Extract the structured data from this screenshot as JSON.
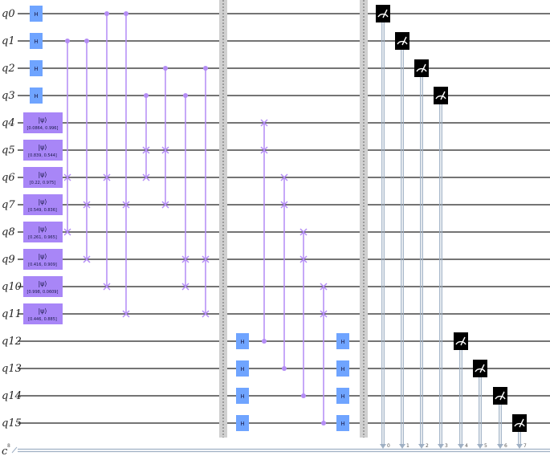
{
  "colors": {
    "hadamard": "#6fa4ff",
    "initialize": "#a886f7",
    "controlled": "#b48cf5",
    "measure": "#000000",
    "classical": "#9fb0c4",
    "barrier": "#d0d0d0",
    "wire": "#222222"
  },
  "qubits": [
    "q0",
    "q1",
    "q2",
    "q3",
    "q4",
    "q5",
    "q6",
    "q7",
    "q8",
    "q9",
    "q10",
    "q11",
    "q12",
    "q13",
    "q14",
    "q15"
  ],
  "classical_register": {
    "name": "c",
    "size": "8"
  },
  "hadamard_label": "H",
  "initialize_symbol": "|ψ⟩",
  "columns": [
    {
      "type": "h",
      "qubits": [
        0,
        1,
        2,
        3
      ]
    },
    {
      "type": "init",
      "items": [
        {
          "qubit": 4,
          "params": "[0.0864, 0.996]"
        },
        {
          "qubit": 5,
          "params": "[0.839, 0.544]"
        },
        {
          "type": "",
          "qubit": 6,
          "params": "[0.22, 0.975]"
        },
        {
          "qubit": 7,
          "params": "[0.549, 0.836]"
        },
        {
          "qubit": 8,
          "params": "[0.261, 0.965]"
        },
        {
          "qubit": 9,
          "params": "[0.416, 0.909]"
        },
        {
          "qubit": 10,
          "params": "[0.998, 0.0609]"
        },
        {
          "qubit": 11,
          "params": "[0.446, 0.885]"
        }
      ]
    }
  ],
  "cswaps": [
    {
      "control": 1,
      "targets": [
        6,
        8
      ]
    },
    {
      "control": 1,
      "targets": [
        7,
        9
      ]
    },
    {
      "control": 0,
      "targets": [
        6,
        10
      ]
    },
    {
      "control": 0,
      "targets": [
        7,
        11
      ]
    },
    {
      "control": 3,
      "targets": [
        5,
        6
      ]
    },
    {
      "control": 2,
      "targets": [
        5,
        7
      ]
    },
    {
      "control": 3,
      "targets": [
        9,
        10
      ]
    },
    {
      "control": 2,
      "targets": [
        9,
        11
      ]
    },
    "barrier",
    {
      "type": "h",
      "qubits": [
        12,
        13,
        14,
        15
      ]
    },
    {
      "control": 12,
      "targets": [
        4,
        5
      ]
    },
    {
      "control": 13,
      "targets": [
        6,
        7
      ]
    },
    {
      "control": 14,
      "targets": [
        8,
        9
      ]
    },
    {
      "control": 15,
      "targets": [
        10,
        11
      ]
    },
    {
      "type": "h",
      "qubits": [
        12,
        13,
        14,
        15
      ]
    },
    "barrier"
  ],
  "measurements": [
    {
      "qubit": 0,
      "bit": "0"
    },
    {
      "qubit": 1,
      "bit": "1"
    },
    {
      "qubit": 2,
      "bit": "2"
    },
    {
      "qubit": 3,
      "bit": "3"
    },
    {
      "qubit": 12,
      "bit": "4"
    },
    {
      "qubit": 13,
      "bit": "5"
    },
    {
      "qubit": 14,
      "bit": "6"
    },
    {
      "qubit": 15,
      "bit": "7"
    }
  ]
}
